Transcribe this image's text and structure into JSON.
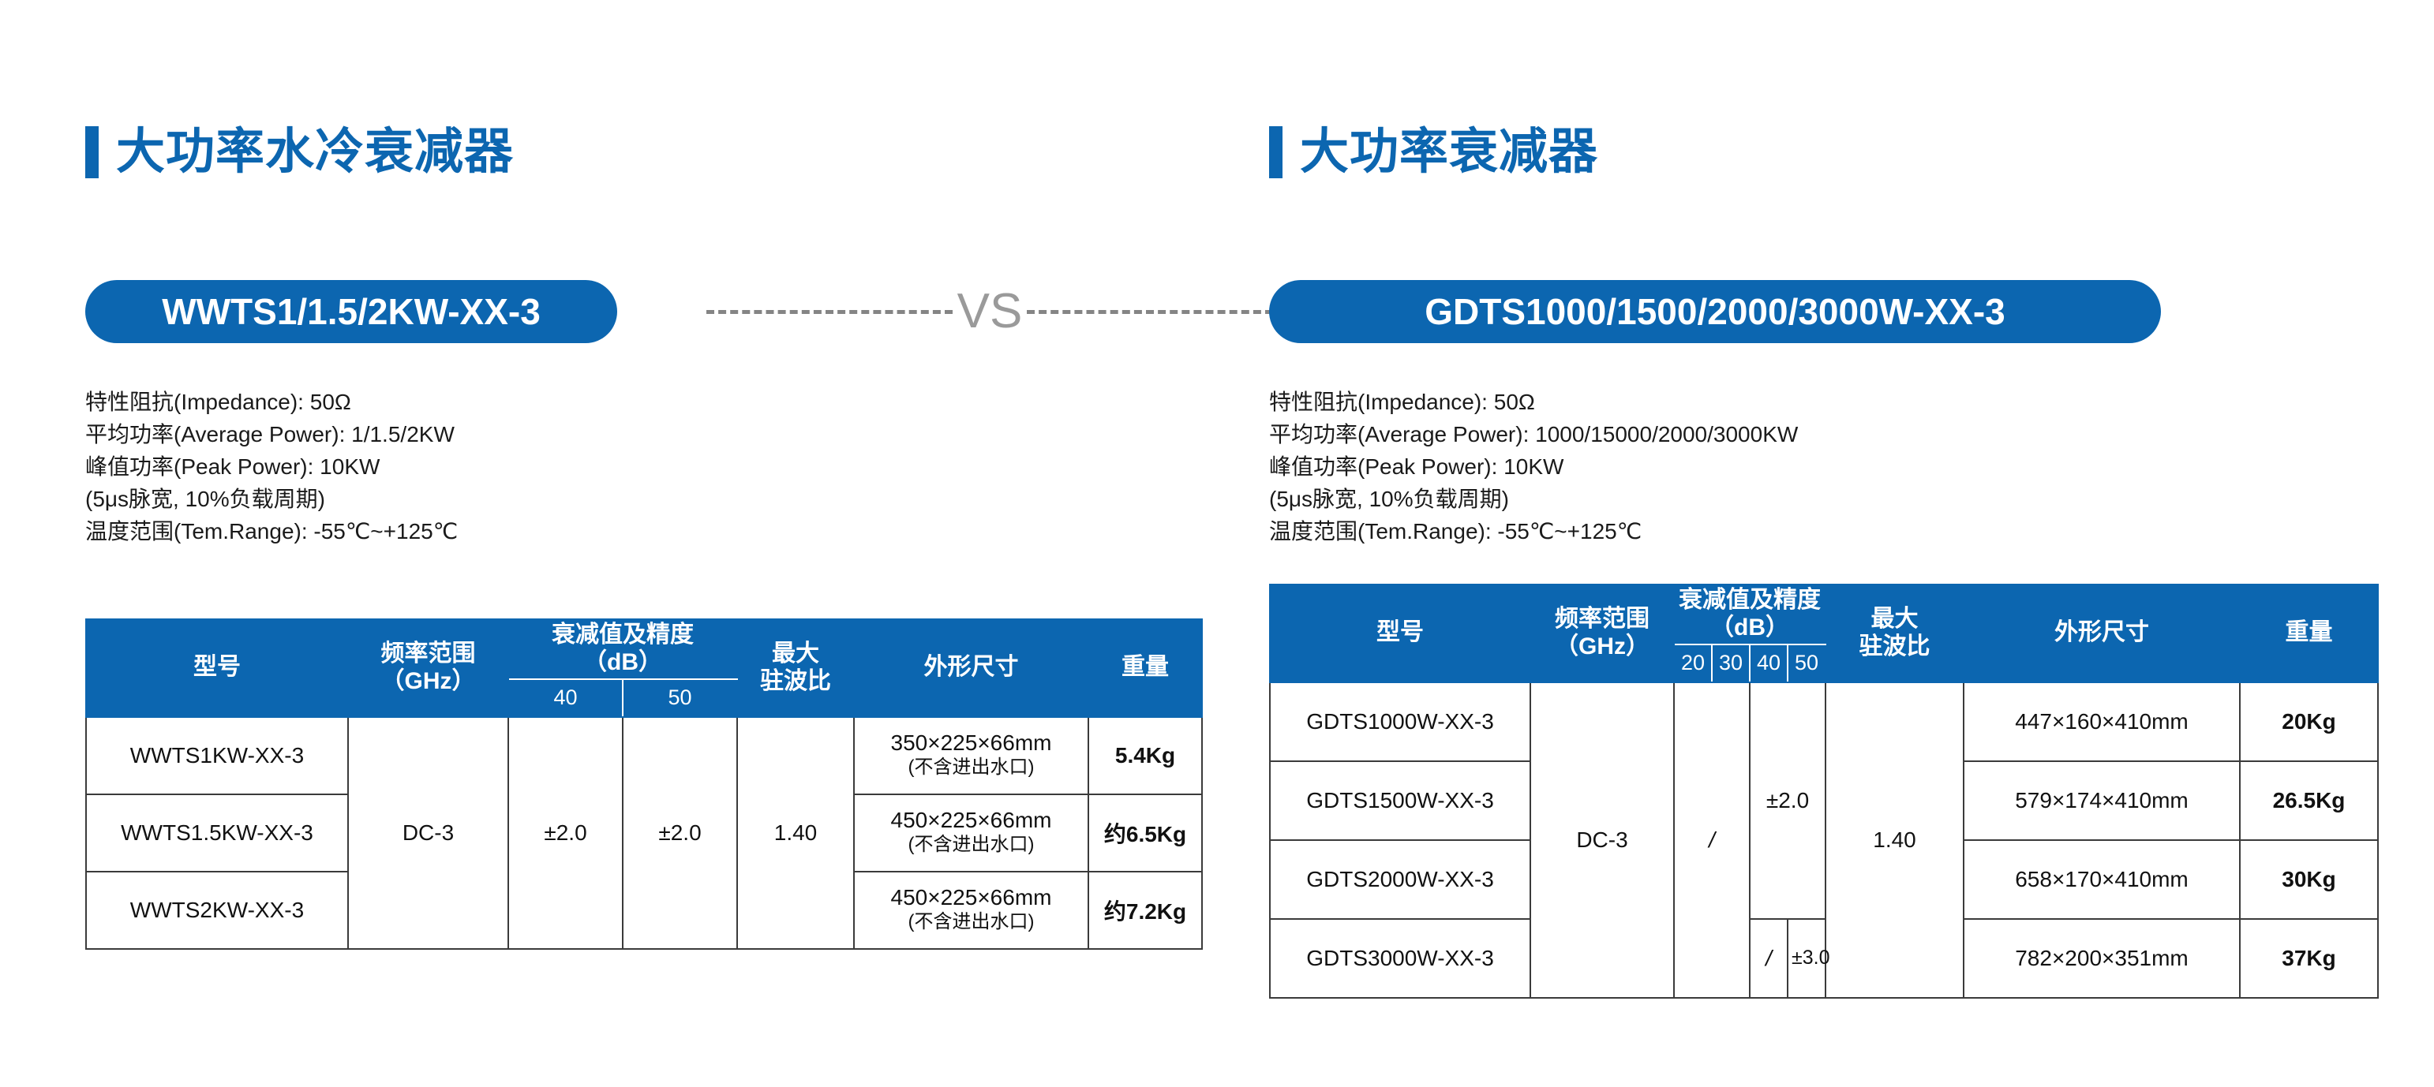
{
  "theme": {
    "brand_blue": "#0C66B0",
    "table_border": "#3b3b3b",
    "vs_gray": "#9a9a9a"
  },
  "separator": {
    "label": "VS"
  },
  "left": {
    "heading": "大功率水冷衰减器",
    "model_pill": "WWTS1/1.5/2KW-XX-3",
    "specs": [
      "特性阻抗(Impedance): 50Ω",
      "平均功率(Average Power): 1/1.5/2KW",
      "峰值功率(Peak Power): 10KW",
      "(5μs脉宽, 10%负载周期)",
      "温度范围(Tem.Range): -55℃~+125℃"
    ],
    "table": {
      "headers": {
        "model": "型号",
        "freq": "频率范围\n（GHz）",
        "freq_line1": "频率范围",
        "freq_line2": "（GHz）",
        "atten_line1": "衰减值及精度",
        "atten_line2": "（dB）",
        "vswr_line1": "最大",
        "vswr_line2": "驻波比",
        "size": "外形尺寸",
        "weight": "重量"
      },
      "atten_subheaders": [
        "40",
        "50"
      ],
      "rows": [
        {
          "model": "WWTS1KW-XX-3",
          "dim_main": "350×225×66mm",
          "dim_sub": "(不含进出水口)",
          "weight": "5.4Kg"
        },
        {
          "model": "WWTS1.5KW-XX-3",
          "dim_main": "450×225×66mm",
          "dim_sub": "(不含进出水口)",
          "weight": "约6.5Kg"
        },
        {
          "model": "WWTS2KW-XX-3",
          "dim_main": "450×225×66mm",
          "dim_sub": "(不含进出水口)",
          "weight": "约7.2Kg"
        }
      ],
      "merged": {
        "freq": "DC-3",
        "atten_40": "±2.0",
        "atten_50": "±2.0",
        "vswr": "1.40"
      }
    }
  },
  "right": {
    "heading": "大功率衰减器",
    "model_pill": "GDTS1000/1500/2000/3000W-XX-3",
    "specs": [
      "特性阻抗(Impedance): 50Ω",
      "平均功率(Average Power): 1000/15000/2000/3000KW",
      "峰值功率(Peak Power): 10KW",
      "(5μs脉宽, 10%负载周期)",
      "温度范围(Tem.Range): -55℃~+125℃"
    ],
    "table": {
      "headers": {
        "model": "型号",
        "freq_line1": "频率范围",
        "freq_line2": "（GHz）",
        "atten_line1": "衰减值及精度",
        "atten_line2": "（dB）",
        "vswr_line1": "最大",
        "vswr_line2": "驻波比",
        "size": "外形尺寸",
        "weight": "重量"
      },
      "atten_subheaders": [
        "20",
        "30",
        "40",
        "50"
      ],
      "rows": [
        {
          "model": "GDTS1000W-XX-3",
          "dim": "447×160×410mm",
          "weight": "20Kg"
        },
        {
          "model": "GDTS1500W-XX-3",
          "dim": "579×174×410mm",
          "weight": "26.5Kg"
        },
        {
          "model": "GDTS2000W-XX-3",
          "dim": "658×170×410mm",
          "weight": "30Kg"
        },
        {
          "model": "GDTS3000W-XX-3",
          "dim": "782×200×351mm",
          "weight": "37Kg"
        }
      ],
      "merged": {
        "freq": "DC-3",
        "atten_20_30": "/",
        "atten_40_50_top": "±2.0",
        "atten_40_last": "/",
        "atten_50_last": "±3.0",
        "vswr": "1.40"
      }
    }
  }
}
